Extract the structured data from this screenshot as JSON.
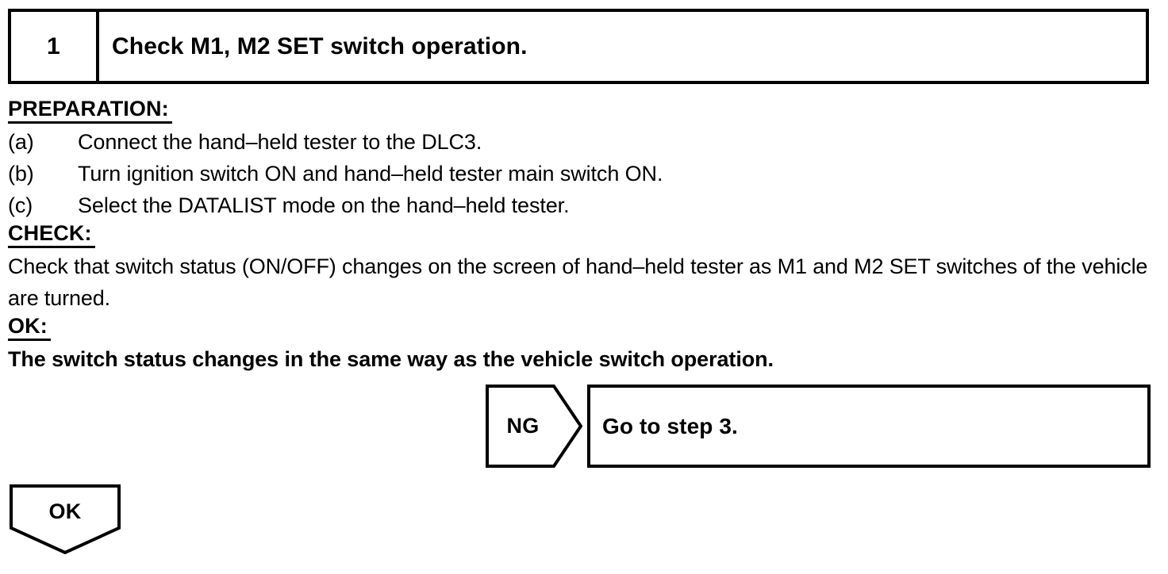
{
  "step": {
    "number": "1",
    "title": "Check M1, M2 SET switch operation."
  },
  "sections": {
    "preparation": {
      "heading": "PREPARATION:",
      "items": [
        {
          "label": "(a)",
          "text": "Connect the hand–held tester to the DLC3."
        },
        {
          "label": "(b)",
          "text": "Turn ignition switch ON and hand–held tester main switch ON."
        },
        {
          "label": "(c)",
          "text": "Select the DATALIST mode on the hand–held tester."
        }
      ]
    },
    "check": {
      "heading": "CHECK:",
      "text": "Check that switch status (ON/OFF) changes on the screen of hand–held tester as M1 and M2 SET switches of the vehicle are turned."
    },
    "ok": {
      "heading": "OK:",
      "text": "The switch status changes in the same way as the vehicle switch operation."
    }
  },
  "branches": {
    "ng": {
      "label": "NG",
      "result": "Go to step 3."
    },
    "ok": {
      "label": "OK"
    }
  },
  "colors": {
    "ink": "#000000",
    "paper": "#ffffff"
  }
}
